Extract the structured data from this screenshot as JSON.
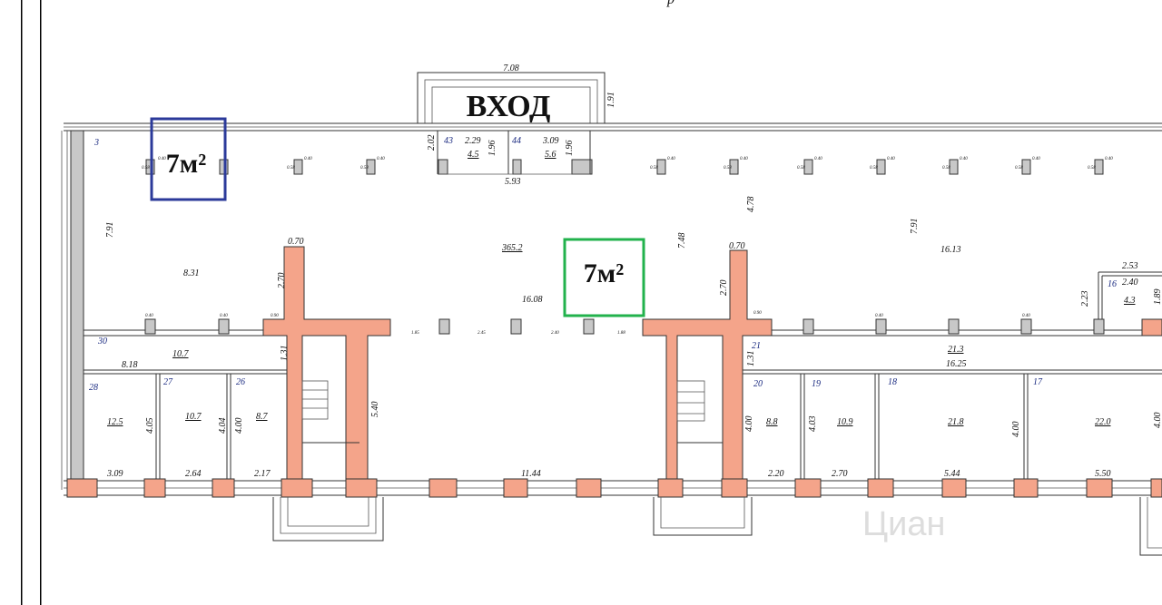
{
  "header_fragment": "р",
  "entrance": {
    "label": "ВХОД",
    "width": "7.08",
    "depth": "1.91"
  },
  "highlights": [
    {
      "label": "7м²",
      "color": "#2b3a9a"
    },
    {
      "label": "7м²",
      "color": "#22b24c"
    }
  ],
  "hall": {
    "area": "365.2",
    "length": "16.08",
    "left_depth": "7.91",
    "right_depth": "7.91",
    "left_width": "8.31",
    "right_width": "16.13",
    "mid_height": "4.78",
    "pillar_height": "7.48"
  },
  "rooms": [
    {
      "num": "3"
    },
    {
      "num": "43",
      "area": "4.5",
      "w": "2.29"
    },
    {
      "num": "44",
      "area": "5.6",
      "w": "3.09"
    },
    {
      "num": "30",
      "area": "10.7"
    },
    {
      "num": "28",
      "area": "12.5"
    },
    {
      "num": "27",
      "area": "10.7"
    },
    {
      "num": "26",
      "area": "8.7"
    },
    {
      "num": "21",
      "area": "21.3"
    },
    {
      "num": "20",
      "area": "8.8"
    },
    {
      "num": "19",
      "area": "10.9"
    },
    {
      "num": "18",
      "area": "21.8"
    },
    {
      "num": "17",
      "area": "22.0"
    },
    {
      "num": "16",
      "area": "4.3"
    }
  ],
  "dims": {
    "d202": "2.02",
    "d196a": "1.96",
    "d196b": "1.96",
    "d593": "5.93",
    "d070a": "0.70",
    "d270a": "2.70",
    "d070b": "0.70",
    "d270b": "2.70",
    "d131a": "1.31",
    "d131b": "1.31",
    "d540": "5.40",
    "d818": "8.18",
    "d405": "4.05",
    "d404": "4.04",
    "d400a": "4.00",
    "d403": "4.03",
    "d400b": "4.00",
    "d400c": "4.00",
    "d400d": "4.00",
    "d309": "3.09",
    "d264": "2.64",
    "d217": "2.17",
    "d1144": "11.44",
    "d220": "2.20",
    "d270c": "2.70",
    "d544": "5.44",
    "d550": "5.50",
    "d1625": "16.25",
    "d253": "2.53",
    "d240": "2.40",
    "d223": "2.23",
    "d189": "1.89",
    "d185": "1.85",
    "d245": "2.45",
    "d240b": "2.40",
    "d188": "1.88",
    "c058": "0.58",
    "c040": "0.40",
    "c090": "0.90",
    "c041": "0.41"
  },
  "watermark": "Циан"
}
